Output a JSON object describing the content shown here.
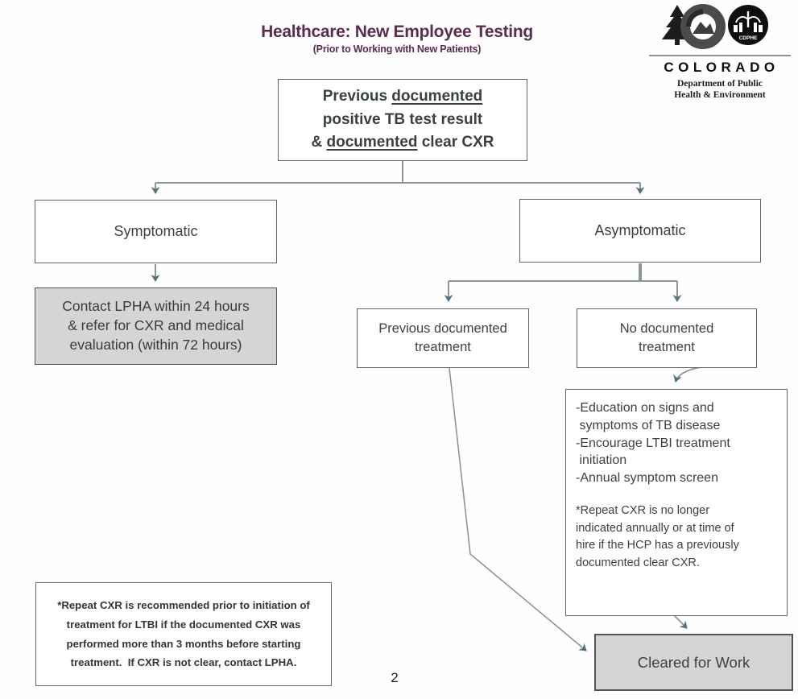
{
  "page": {
    "number": "2"
  },
  "header": {
    "title": "Healthcare: New Employee Testing",
    "subtitle": "(Prior to Working with New Patients)"
  },
  "logo": {
    "org": "COLORADO",
    "dept_line1": "Department of Public",
    "dept_line2": "Health & Environment",
    "badge": "CDPHE"
  },
  "flow": {
    "root": {
      "line1_pre": "Previous ",
      "line1_u": "documented",
      "line2": "positive TB test result",
      "line3_pre": "& ",
      "line3_u": "documented",
      "line3_post": " clear CXR"
    },
    "symptomatic": {
      "label": "Symptomatic"
    },
    "contact": {
      "lines": [
        "Contact LPHA within 24 hours",
        "& refer for CXR and medical",
        "evaluation (within 72 hours)"
      ]
    },
    "asymptomatic": {
      "label": "Asymptomatic"
    },
    "prev_treatment": {
      "lines": [
        "Previous documented",
        "treatment"
      ]
    },
    "no_treatment": {
      "lines": [
        "No documented",
        "treatment"
      ]
    },
    "education": {
      "bullets": [
        "-Education on signs and",
        " symptoms of TB disease",
        "-Encourage LTBI treatment",
        " initiation",
        "-Annual symptom screen"
      ],
      "note": [
        "*Repeat CXR is no longer",
        "indicated annually or at time of",
        "hire if the HCP has a previously",
        "documented clear CXR."
      ]
    },
    "cleared": {
      "label": "Cleared for Work"
    },
    "left_note": {
      "lines": [
        "*Repeat CXR is recommended prior to initiation of",
        "treatment for LTBI if the documented CXR was",
        "performed more than 3 months before starting",
        "treatment.  If CXR is not clear, contact LPHA."
      ]
    }
  },
  "colors": {
    "title": "#5b2c4f",
    "gray_fill": "#d5d5d5",
    "connector": "#8a9795",
    "arrowhead": "#54717f",
    "box_border": "#5c6467"
  }
}
